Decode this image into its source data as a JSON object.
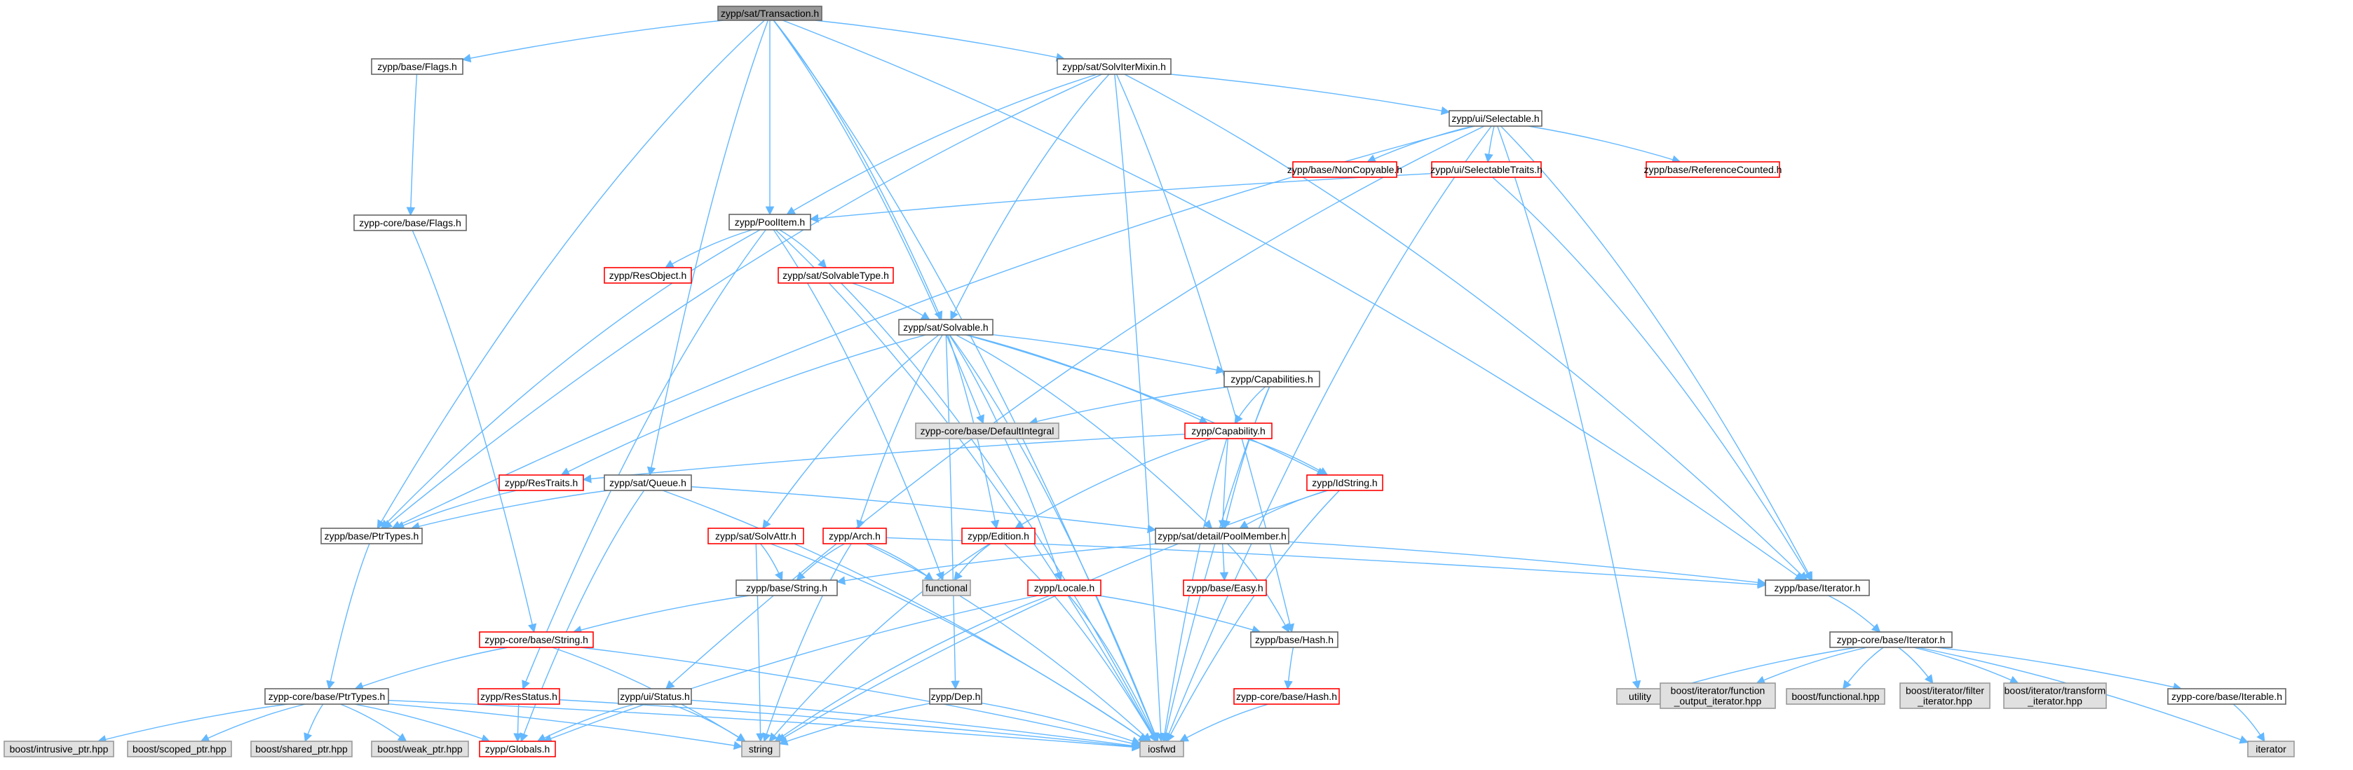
{
  "diagram": {
    "colors": {
      "edge": "#63b8ff",
      "root_fill": "#999999",
      "normal_stroke": "#666666",
      "missing_stroke": "#ff0000",
      "system_fill": "#e0e0e0",
      "system_stroke": "#999999",
      "text": "#000000"
    },
    "nodes": [
      {
        "id": "transaction",
        "label": "zypp/sat/Transaction.h",
        "style": "root"
      },
      {
        "id": "flags",
        "label": "zypp/base/Flags.h",
        "style": "normal"
      },
      {
        "id": "solviter",
        "label": "zypp/sat/SolvIterMixin.h",
        "style": "normal"
      },
      {
        "id": "corflags",
        "label": "zypp-core/base/Flags.h",
        "style": "normal"
      },
      {
        "id": "selectable",
        "label": "zypp/ui/Selectable.h",
        "style": "normal"
      },
      {
        "id": "noncopy",
        "label": "zypp/base/NonCopyable.h",
        "style": "missing"
      },
      {
        "id": "seltraits",
        "label": "zypp/ui/SelectableTraits.h",
        "style": "missing"
      },
      {
        "id": "refcount",
        "label": "zypp/base/ReferenceCounted.h",
        "style": "missing"
      },
      {
        "id": "poolitem",
        "label": "zypp/PoolItem.h",
        "style": "normal"
      },
      {
        "id": "resobject",
        "label": "zypp/ResObject.h",
        "style": "missing"
      },
      {
        "id": "solvtype",
        "label": "zypp/sat/SolvableType.h",
        "style": "missing"
      },
      {
        "id": "solvable",
        "label": "zypp/sat/Solvable.h",
        "style": "normal"
      },
      {
        "id": "capabilities",
        "label": "zypp/Capabilities.h",
        "style": "normal"
      },
      {
        "id": "definteg",
        "label": "zypp-core/base/DefaultIntegral",
        "style": "system"
      },
      {
        "id": "capability",
        "label": "zypp/Capability.h",
        "style": "missing"
      },
      {
        "id": "restraits",
        "label": "zypp/ResTraits.h",
        "style": "missing"
      },
      {
        "id": "queue",
        "label": "zypp/sat/Queue.h",
        "style": "normal"
      },
      {
        "id": "idstring",
        "label": "zypp/IdString.h",
        "style": "missing"
      },
      {
        "id": "ptrtypes",
        "label": "zypp/base/PtrTypes.h",
        "style": "normal"
      },
      {
        "id": "solvattr",
        "label": "zypp/sat/SolvAttr.h",
        "style": "missing"
      },
      {
        "id": "arch",
        "label": "zypp/Arch.h",
        "style": "missing"
      },
      {
        "id": "edition",
        "label": "zypp/Edition.h",
        "style": "missing"
      },
      {
        "id": "poolmember",
        "label": "zypp/sat/detail/PoolMember.h",
        "style": "normal"
      },
      {
        "id": "basestring",
        "label": "zypp/base/String.h",
        "style": "normal"
      },
      {
        "id": "functional",
        "label": "functional",
        "style": "system"
      },
      {
        "id": "locale",
        "label": "zypp/Locale.h",
        "style": "missing"
      },
      {
        "id": "easy",
        "label": "zypp/base/Easy.h",
        "style": "missing"
      },
      {
        "id": "iterator",
        "label": "zypp/base/Iterator.h",
        "style": "normal"
      },
      {
        "id": "corestring",
        "label": "zypp-core/base/String.h",
        "style": "missing"
      },
      {
        "id": "hash",
        "label": "zypp/base/Hash.h",
        "style": "normal"
      },
      {
        "id": "coreiterator",
        "label": "zypp-core/base/Iterator.h",
        "style": "normal"
      },
      {
        "id": "coreptr",
        "label": "zypp-core/base/PtrTypes.h",
        "style": "normal"
      },
      {
        "id": "resstatus",
        "label": "zypp/ResStatus.h",
        "style": "missing"
      },
      {
        "id": "status",
        "label": "zypp/ui/Status.h",
        "style": "normal"
      },
      {
        "id": "dep",
        "label": "zypp/Dep.h",
        "style": "normal"
      },
      {
        "id": "corehash",
        "label": "zypp-core/base/Hash.h",
        "style": "missing"
      },
      {
        "id": "utility",
        "label": "utility",
        "style": "system"
      },
      {
        "id": "bfoi",
        "label": "boost/iterator/function\n_output_iterator.hpp",
        "style": "system"
      },
      {
        "id": "bfunc",
        "label": "boost/functional.hpp",
        "style": "system"
      },
      {
        "id": "bfilter",
        "label": "boost/iterator/filter\n_iterator.hpp",
        "style": "system"
      },
      {
        "id": "btrans",
        "label": "boost/iterator/transform\n_iterator.hpp",
        "style": "system"
      },
      {
        "id": "iterable",
        "label": "zypp-core/base/Iterable.h",
        "style": "normal"
      },
      {
        "id": "bintr",
        "label": "boost/intrusive_ptr.hpp",
        "style": "system"
      },
      {
        "id": "bscoped",
        "label": "boost/scoped_ptr.hpp",
        "style": "system"
      },
      {
        "id": "bshared",
        "label": "boost/shared_ptr.hpp",
        "style": "system"
      },
      {
        "id": "bweak",
        "label": "boost/weak_ptr.hpp",
        "style": "system"
      },
      {
        "id": "globals",
        "label": "zypp/Globals.h",
        "style": "missing"
      },
      {
        "id": "string",
        "label": "string",
        "style": "system"
      },
      {
        "id": "iosfwd",
        "label": "iosfwd",
        "style": "system"
      },
      {
        "id": "iteratorstd",
        "label": "iterator",
        "style": "system"
      }
    ],
    "edges": [
      [
        "transaction",
        "flags"
      ],
      [
        "transaction",
        "solviter"
      ],
      [
        "transaction",
        "poolitem"
      ],
      [
        "transaction",
        "solvable"
      ],
      [
        "transaction",
        "queue"
      ],
      [
        "transaction",
        "ptrtypes"
      ],
      [
        "transaction",
        "definteg"
      ],
      [
        "transaction",
        "iterator"
      ],
      [
        "transaction",
        "iosfwd"
      ],
      [
        "flags",
        "corflags"
      ],
      [
        "corflags",
        "corestring"
      ],
      [
        "solviter",
        "selectable"
      ],
      [
        "solviter",
        "poolitem"
      ],
      [
        "solviter",
        "solvable"
      ],
      [
        "solviter",
        "ptrtypes"
      ],
      [
        "solviter",
        "iterator"
      ],
      [
        "solviter",
        "hash"
      ],
      [
        "solviter",
        "iosfwd"
      ],
      [
        "selectable",
        "noncopy"
      ],
      [
        "selectable",
        "seltraits"
      ],
      [
        "selectable",
        "refcount"
      ],
      [
        "selectable",
        "ptrtypes"
      ],
      [
        "selectable",
        "iterator"
      ],
      [
        "selectable",
        "status"
      ],
      [
        "selectable",
        "utility"
      ],
      [
        "selectable",
        "iosfwd"
      ],
      [
        "seltraits",
        "poolitem"
      ],
      [
        "seltraits",
        "iterator"
      ],
      [
        "poolitem",
        "resobject"
      ],
      [
        "poolitem",
        "solvtype"
      ],
      [
        "poolitem",
        "ptrtypes"
      ],
      [
        "poolitem",
        "resstatus"
      ],
      [
        "poolitem",
        "functional"
      ],
      [
        "poolitem",
        "iosfwd"
      ],
      [
        "solvtype",
        "solvable"
      ],
      [
        "solvtype",
        "iosfwd"
      ],
      [
        "solvable",
        "capabilities"
      ],
      [
        "solvable",
        "capability"
      ],
      [
        "solvable",
        "restraits"
      ],
      [
        "solvable",
        "idstring"
      ],
      [
        "solvable",
        "solvattr"
      ],
      [
        "solvable",
        "arch"
      ],
      [
        "solvable",
        "edition"
      ],
      [
        "solvable",
        "poolmember"
      ],
      [
        "solvable",
        "locale"
      ],
      [
        "solvable",
        "dep"
      ],
      [
        "solvable",
        "iosfwd"
      ],
      [
        "capabilities",
        "definteg"
      ],
      [
        "capabilities",
        "capability"
      ],
      [
        "capabilities",
        "poolmember"
      ],
      [
        "capabilities",
        "iosfwd"
      ],
      [
        "capability",
        "restraits"
      ],
      [
        "capability",
        "idstring"
      ],
      [
        "capability",
        "edition"
      ],
      [
        "capability",
        "poolmember"
      ],
      [
        "capability",
        "iosfwd"
      ],
      [
        "restraits",
        "ptrtypes"
      ],
      [
        "queue",
        "ptrtypes"
      ],
      [
        "queue",
        "poolmember"
      ],
      [
        "queue",
        "globals"
      ],
      [
        "queue",
        "iosfwd"
      ],
      [
        "idstring",
        "poolmember"
      ],
      [
        "idstring",
        "string"
      ],
      [
        "idstring",
        "iosfwd"
      ],
      [
        "ptrtypes",
        "coreptr"
      ],
      [
        "solvattr",
        "basestring"
      ],
      [
        "solvattr",
        "string"
      ],
      [
        "solvattr",
        "iosfwd"
      ],
      [
        "arch",
        "basestring"
      ],
      [
        "arch",
        "functional"
      ],
      [
        "arch",
        "iterator"
      ],
      [
        "arch",
        "string"
      ],
      [
        "arch",
        "iosfwd"
      ],
      [
        "edition",
        "functional"
      ],
      [
        "edition",
        "string"
      ],
      [
        "edition",
        "iosfwd"
      ],
      [
        "poolmember",
        "basestring"
      ],
      [
        "poolmember",
        "easy"
      ],
      [
        "poolmember",
        "hash"
      ],
      [
        "poolmember",
        "iterator"
      ],
      [
        "basestring",
        "corestring"
      ],
      [
        "locale",
        "hash"
      ],
      [
        "locale",
        "globals"
      ],
      [
        "locale",
        "string"
      ],
      [
        "locale",
        "iosfwd"
      ],
      [
        "iterator",
        "coreiterator"
      ],
      [
        "corestring",
        "coreptr"
      ],
      [
        "corestring",
        "string"
      ],
      [
        "corestring",
        "iosfwd"
      ],
      [
        "hash",
        "corehash"
      ],
      [
        "corehash",
        "iosfwd"
      ],
      [
        "coreiterator",
        "utility"
      ],
      [
        "coreiterator",
        "bfoi"
      ],
      [
        "coreiterator",
        "bfunc"
      ],
      [
        "coreiterator",
        "bfilter"
      ],
      [
        "coreiterator",
        "btrans"
      ],
      [
        "coreiterator",
        "iterable"
      ],
      [
        "coreiterator",
        "iteratorstd"
      ],
      [
        "iterable",
        "iteratorstd"
      ],
      [
        "coreptr",
        "bintr"
      ],
      [
        "coreptr",
        "bscoped"
      ],
      [
        "coreptr",
        "bshared"
      ],
      [
        "coreptr",
        "bweak"
      ],
      [
        "coreptr",
        "globals"
      ],
      [
        "coreptr",
        "string"
      ],
      [
        "coreptr",
        "iosfwd"
      ],
      [
        "resstatus",
        "globals"
      ],
      [
        "resstatus",
        "iosfwd"
      ],
      [
        "status",
        "globals"
      ],
      [
        "status",
        "string"
      ],
      [
        "status",
        "iosfwd"
      ],
      [
        "dep",
        "string"
      ],
      [
        "dep",
        "iosfwd"
      ]
    ]
  }
}
